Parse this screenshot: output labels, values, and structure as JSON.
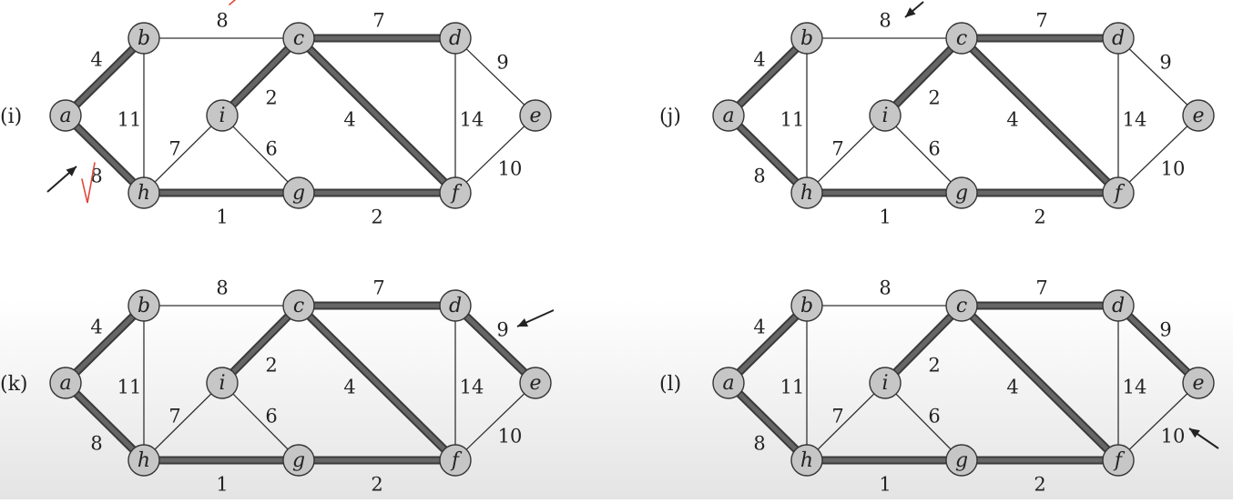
{
  "colors": {
    "node_fill": "#c6c6c6",
    "node_stroke": "#333333",
    "tree_edge": "#666666",
    "thin_edge": "#333333",
    "annotation": "#e0453a",
    "arrow": "#222222",
    "background_bottom": "#e6e6e6"
  },
  "graph": {
    "nodes": [
      {
        "id": "a",
        "label": "a"
      },
      {
        "id": "b",
        "label": "b"
      },
      {
        "id": "c",
        "label": "c"
      },
      {
        "id": "d",
        "label": "d"
      },
      {
        "id": "e",
        "label": "e"
      },
      {
        "id": "f",
        "label": "f"
      },
      {
        "id": "g",
        "label": "g"
      },
      {
        "id": "h",
        "label": "h"
      },
      {
        "id": "i",
        "label": "i"
      }
    ],
    "edges": [
      {
        "id": "ab",
        "from": "a",
        "to": "b",
        "weight": "4"
      },
      {
        "id": "ah",
        "from": "a",
        "to": "h",
        "weight": "8"
      },
      {
        "id": "bc",
        "from": "b",
        "to": "c",
        "weight": "8"
      },
      {
        "id": "bh",
        "from": "b",
        "to": "h",
        "weight": "11"
      },
      {
        "id": "cd",
        "from": "c",
        "to": "d",
        "weight": "7"
      },
      {
        "id": "ci",
        "from": "c",
        "to": "i",
        "weight": "2"
      },
      {
        "id": "cf",
        "from": "c",
        "to": "f",
        "weight": "4"
      },
      {
        "id": "de",
        "from": "d",
        "to": "e",
        "weight": "9"
      },
      {
        "id": "df",
        "from": "d",
        "to": "f",
        "weight": "14"
      },
      {
        "id": "ef",
        "from": "e",
        "to": "f",
        "weight": "10"
      },
      {
        "id": "fg",
        "from": "f",
        "to": "g",
        "weight": "2"
      },
      {
        "id": "gh",
        "from": "g",
        "to": "h",
        "weight": "1"
      },
      {
        "id": "gi",
        "from": "g",
        "to": "i",
        "weight": "6"
      },
      {
        "id": "hi",
        "from": "h",
        "to": "i",
        "weight": "7"
      }
    ]
  },
  "panels": [
    {
      "id": "i",
      "label": "(i)",
      "tree": [
        "ab",
        "ah",
        "ci",
        "cd",
        "cf",
        "fg",
        "gh"
      ],
      "arrow_edge": "ah",
      "has_check_mark": true
    },
    {
      "id": "j",
      "label": "(j)",
      "tree": [
        "ab",
        "ah",
        "ci",
        "cd",
        "cf",
        "fg",
        "gh"
      ],
      "arrow_edge": "bc",
      "has_check_mark": false
    },
    {
      "id": "k",
      "label": "(k)",
      "tree": [
        "ab",
        "ah",
        "ci",
        "cd",
        "cf",
        "fg",
        "gh",
        "de"
      ],
      "arrow_edge": "de",
      "has_check_mark": false
    },
    {
      "id": "l",
      "label": "(l)",
      "tree": [
        "ab",
        "ah",
        "ci",
        "cd",
        "cf",
        "fg",
        "gh",
        "de"
      ],
      "arrow_edge": "ef",
      "has_check_mark": false
    }
  ]
}
